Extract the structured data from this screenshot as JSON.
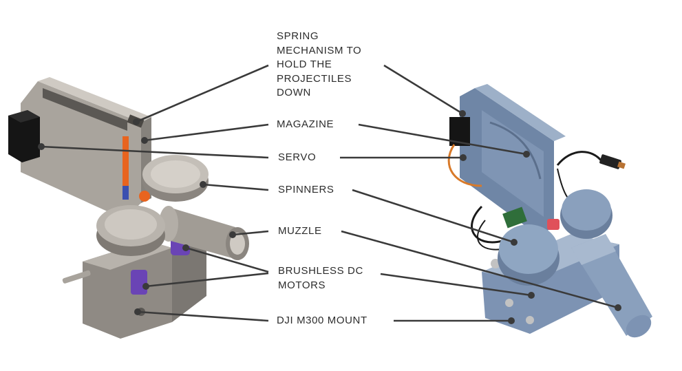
{
  "labels": {
    "spring": "SPRING\nMECHANISM TO\nHOLD THE\nPROJECTILES\nDOWN",
    "magazine": "MAGAZINE",
    "servo": "SERVO",
    "spinners": "SPINNERS",
    "muzzle": "MUZZLE",
    "motors": "BRUSHLESS DC\nMOTORS",
    "mount": "DJI M300 MOUNT"
  },
  "colors": {
    "leader_line": "#3a3a3a",
    "label_text": "#2c2c2c",
    "cad_body": "#9a958f",
    "cad_body_light": "#b9b4ad",
    "cad_dark": "#5b5854",
    "servo_black": "#151515",
    "accent_orange": "#e8641f",
    "motor_purple": "#6a44b5",
    "print_blue": "#6f86a6",
    "print_blue_light": "#9db0c8",
    "cable_black": "#1a1a1a",
    "wire_orange": "#d87a2a",
    "trigger_red": "#e0505a",
    "pcb_green": "#2f6e3a"
  }
}
